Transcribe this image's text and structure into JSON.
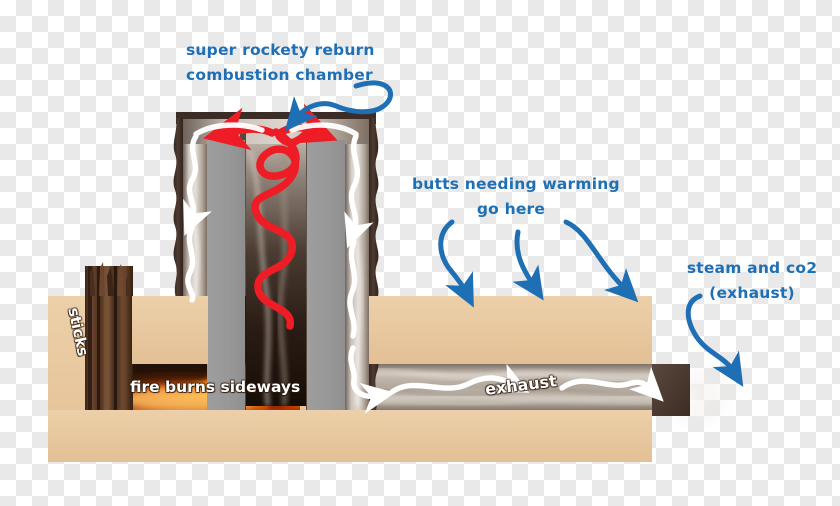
{
  "diagram": {
    "title_alt": "rocket mass heater cutaway diagram",
    "colors": {
      "annotation_blue": "#1f6fb5",
      "bench_tan": "#e8c79e",
      "brick_gray": "#9a9a9a",
      "frame_brown": "#46352d",
      "spiral_red": "#ee1c25",
      "flow_white": "#ffffff",
      "exhaust_block": "#4b3a31"
    },
    "annotations": [
      {
        "id": "combustion-chamber",
        "line1": "super rockety reburn",
        "line2": "combustion chamber"
      },
      {
        "id": "butts-warming",
        "line1": "butts needing warming",
        "line2": "go here"
      },
      {
        "id": "steam-co2",
        "line1": "steam and co2",
        "line2": "(exhaust)"
      }
    ],
    "inline_labels": [
      {
        "id": "sticks",
        "text": "sticks"
      },
      {
        "id": "fire-burns-sideways",
        "text": "fire burns sideways"
      },
      {
        "id": "exhaust-duct",
        "text": "exhaust"
      }
    ]
  }
}
